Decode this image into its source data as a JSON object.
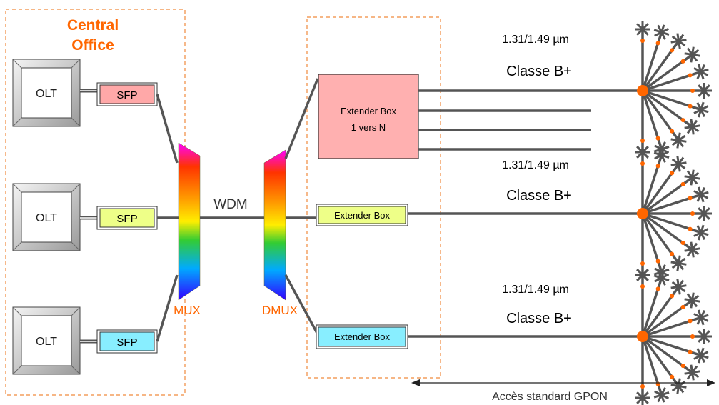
{
  "central_office": {
    "line1": "Central",
    "line2": "Office"
  },
  "olts": [
    {
      "label": "OLT",
      "sfp": "SFP",
      "sfp_color": "#ffa8a8"
    },
    {
      "label": "OLT",
      "sfp": "SFP",
      "sfp_color": "#eeff88"
    },
    {
      "label": "OLT",
      "sfp": "SFP",
      "sfp_color": "#88eeff"
    }
  ],
  "mux_label": "MUX",
  "dmux_label": "DMUX",
  "wdm_label": "WDM",
  "extender_1toN": {
    "line1": "Extender Box",
    "line2": "1 vers N",
    "color": "#ffb0b0"
  },
  "extender_2": {
    "label": "Extender Box",
    "color": "#eeff88"
  },
  "extender_3": {
    "label": "Extender Box",
    "color": "#88eeff"
  },
  "branches": [
    {
      "wavelength": "1.31/1.49 µm",
      "class": "Classe B+"
    },
    {
      "wavelength": "1.31/1.49 µm",
      "class": "Classe B+"
    },
    {
      "wavelength": "1.31/1.49 µm",
      "class": "Classe B+"
    }
  ],
  "gpon_label": "Accès standard GPON",
  "colors": {
    "accent": "#ff6600",
    "line": "#555555",
    "splitter": "#ff6600"
  }
}
